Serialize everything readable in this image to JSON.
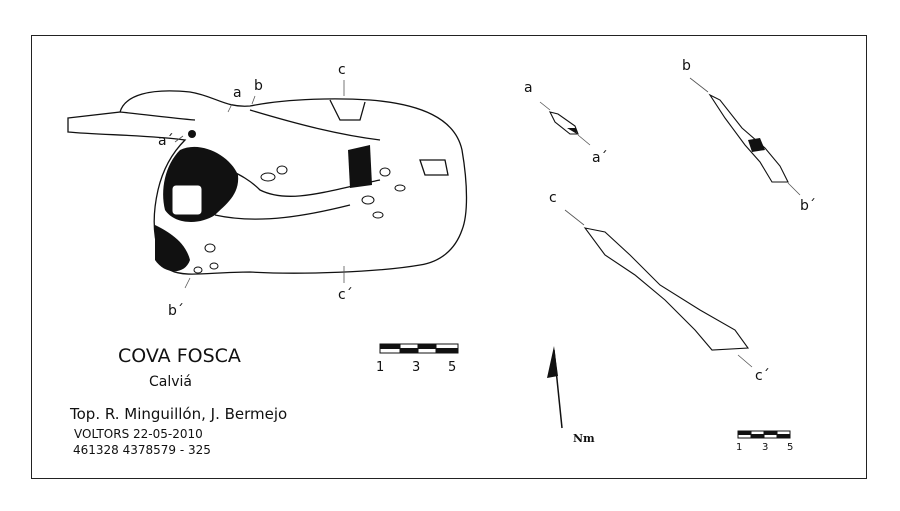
{
  "title": "COVA FOSCA",
  "location": "Calviá",
  "authors": "Top. R. Minguillón, J. Bermejo",
  "club_date": "VOLTORS  22-05-2010",
  "coordinates": "461328 4378579 - 325",
  "north_label": "Nm",
  "scale_main": [
    "1",
    "3",
    "5"
  ],
  "scale_profiles": [
    "1",
    "3",
    "5"
  ],
  "section_labels": {
    "plan": [
      "a",
      "b",
      "c",
      "a´",
      "b´",
      "c´"
    ],
    "profiles": [
      "a",
      "a´",
      "b",
      "b´",
      "c",
      "c´"
    ]
  }
}
